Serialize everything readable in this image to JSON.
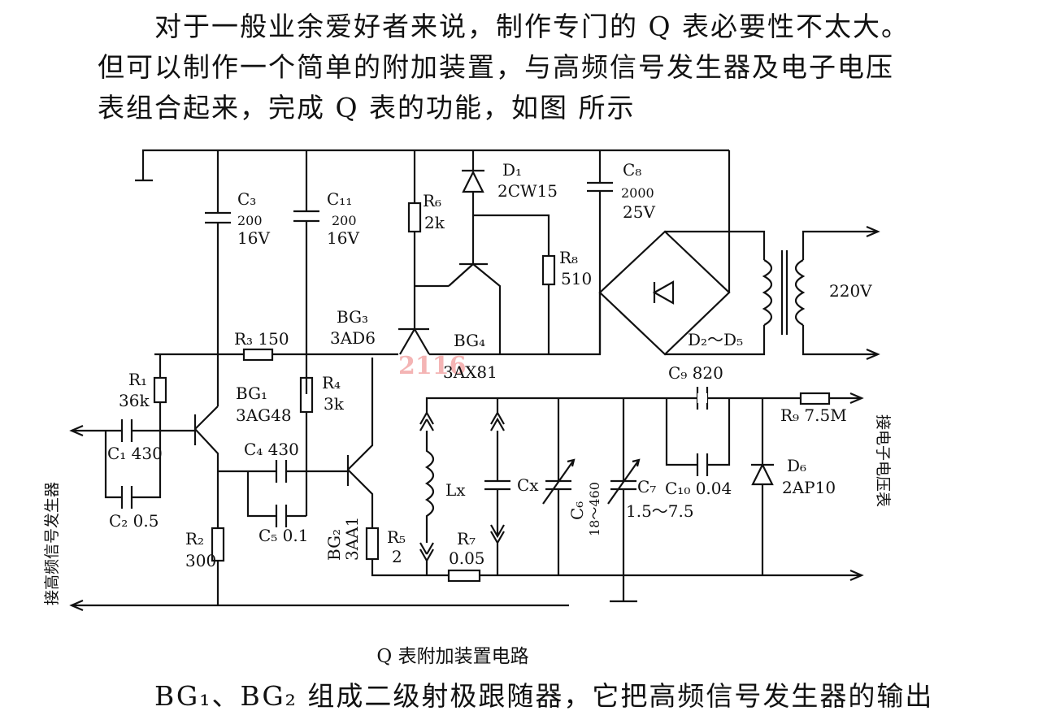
{
  "paragraph_top": [
    "对于一般业余爱好者来说，制作专门的 Q 表必要性不太大。",
    "但可以制作一个简单的附加装置，与高频信号发生器及电子电压",
    "表组合起来，完成 Q 表的功能，如图      所示"
  ],
  "caption": "Q 表附加装置电路",
  "paragraph_bottom": "BG₁、BG₂ 组成二级射极跟随器，它把高频信号发生器的输出",
  "diagram": {
    "watermark": "2116",
    "left_label": "接高频信号发生器",
    "right_label": "接电子电压表",
    "mains": "220V",
    "components": {
      "C3": {
        "name": "C₃",
        "value": "200",
        "rating": "16V"
      },
      "C11": {
        "name": "C₁₁",
        "value": "200",
        "rating": "16V"
      },
      "R6": {
        "name": "R₆",
        "value": "2k"
      },
      "D1": {
        "name": "D₁",
        "value": "2CW15"
      },
      "C8": {
        "name": "C₈",
        "value": "2000",
        "rating": "25V"
      },
      "R8": {
        "name": "R₈",
        "value": "510"
      },
      "R3": "R₃ 150",
      "BG3": {
        "name": "BG₃",
        "value": "3AD6"
      },
      "BG4": {
        "name": "BG₄",
        "value": "3AX81"
      },
      "R1": {
        "name": "R₁",
        "value": "36k"
      },
      "BG1": {
        "name": "BG₁",
        "value": "3AG48"
      },
      "R4": {
        "name": "R₄",
        "value": "3k"
      },
      "C1": "C₁ 430",
      "C2": "C₂ 0.5",
      "C4": "C₄ 430",
      "C5": "C₅ 0.1",
      "R2": {
        "name": "R₂",
        "value": "300"
      },
      "BG2": {
        "name": "BG₂",
        "value": "3AA1"
      },
      "R5": {
        "name": "R₅",
        "value": "2"
      },
      "Lx": "Lx",
      "Cx": "Cx",
      "R7": {
        "name": "R₇",
        "value": "0.05"
      },
      "C6": {
        "name": "C₆",
        "value": "18～460"
      },
      "C7": {
        "name": "C₇",
        "value": "1.5～7.5"
      },
      "C9": "C₉ 820",
      "C10": "C₁₀ 0.04",
      "R9": "R₉ 7.5M",
      "D6": {
        "name": "D₆",
        "value": "2AP10"
      },
      "bridge": "D₂～D₅"
    }
  }
}
